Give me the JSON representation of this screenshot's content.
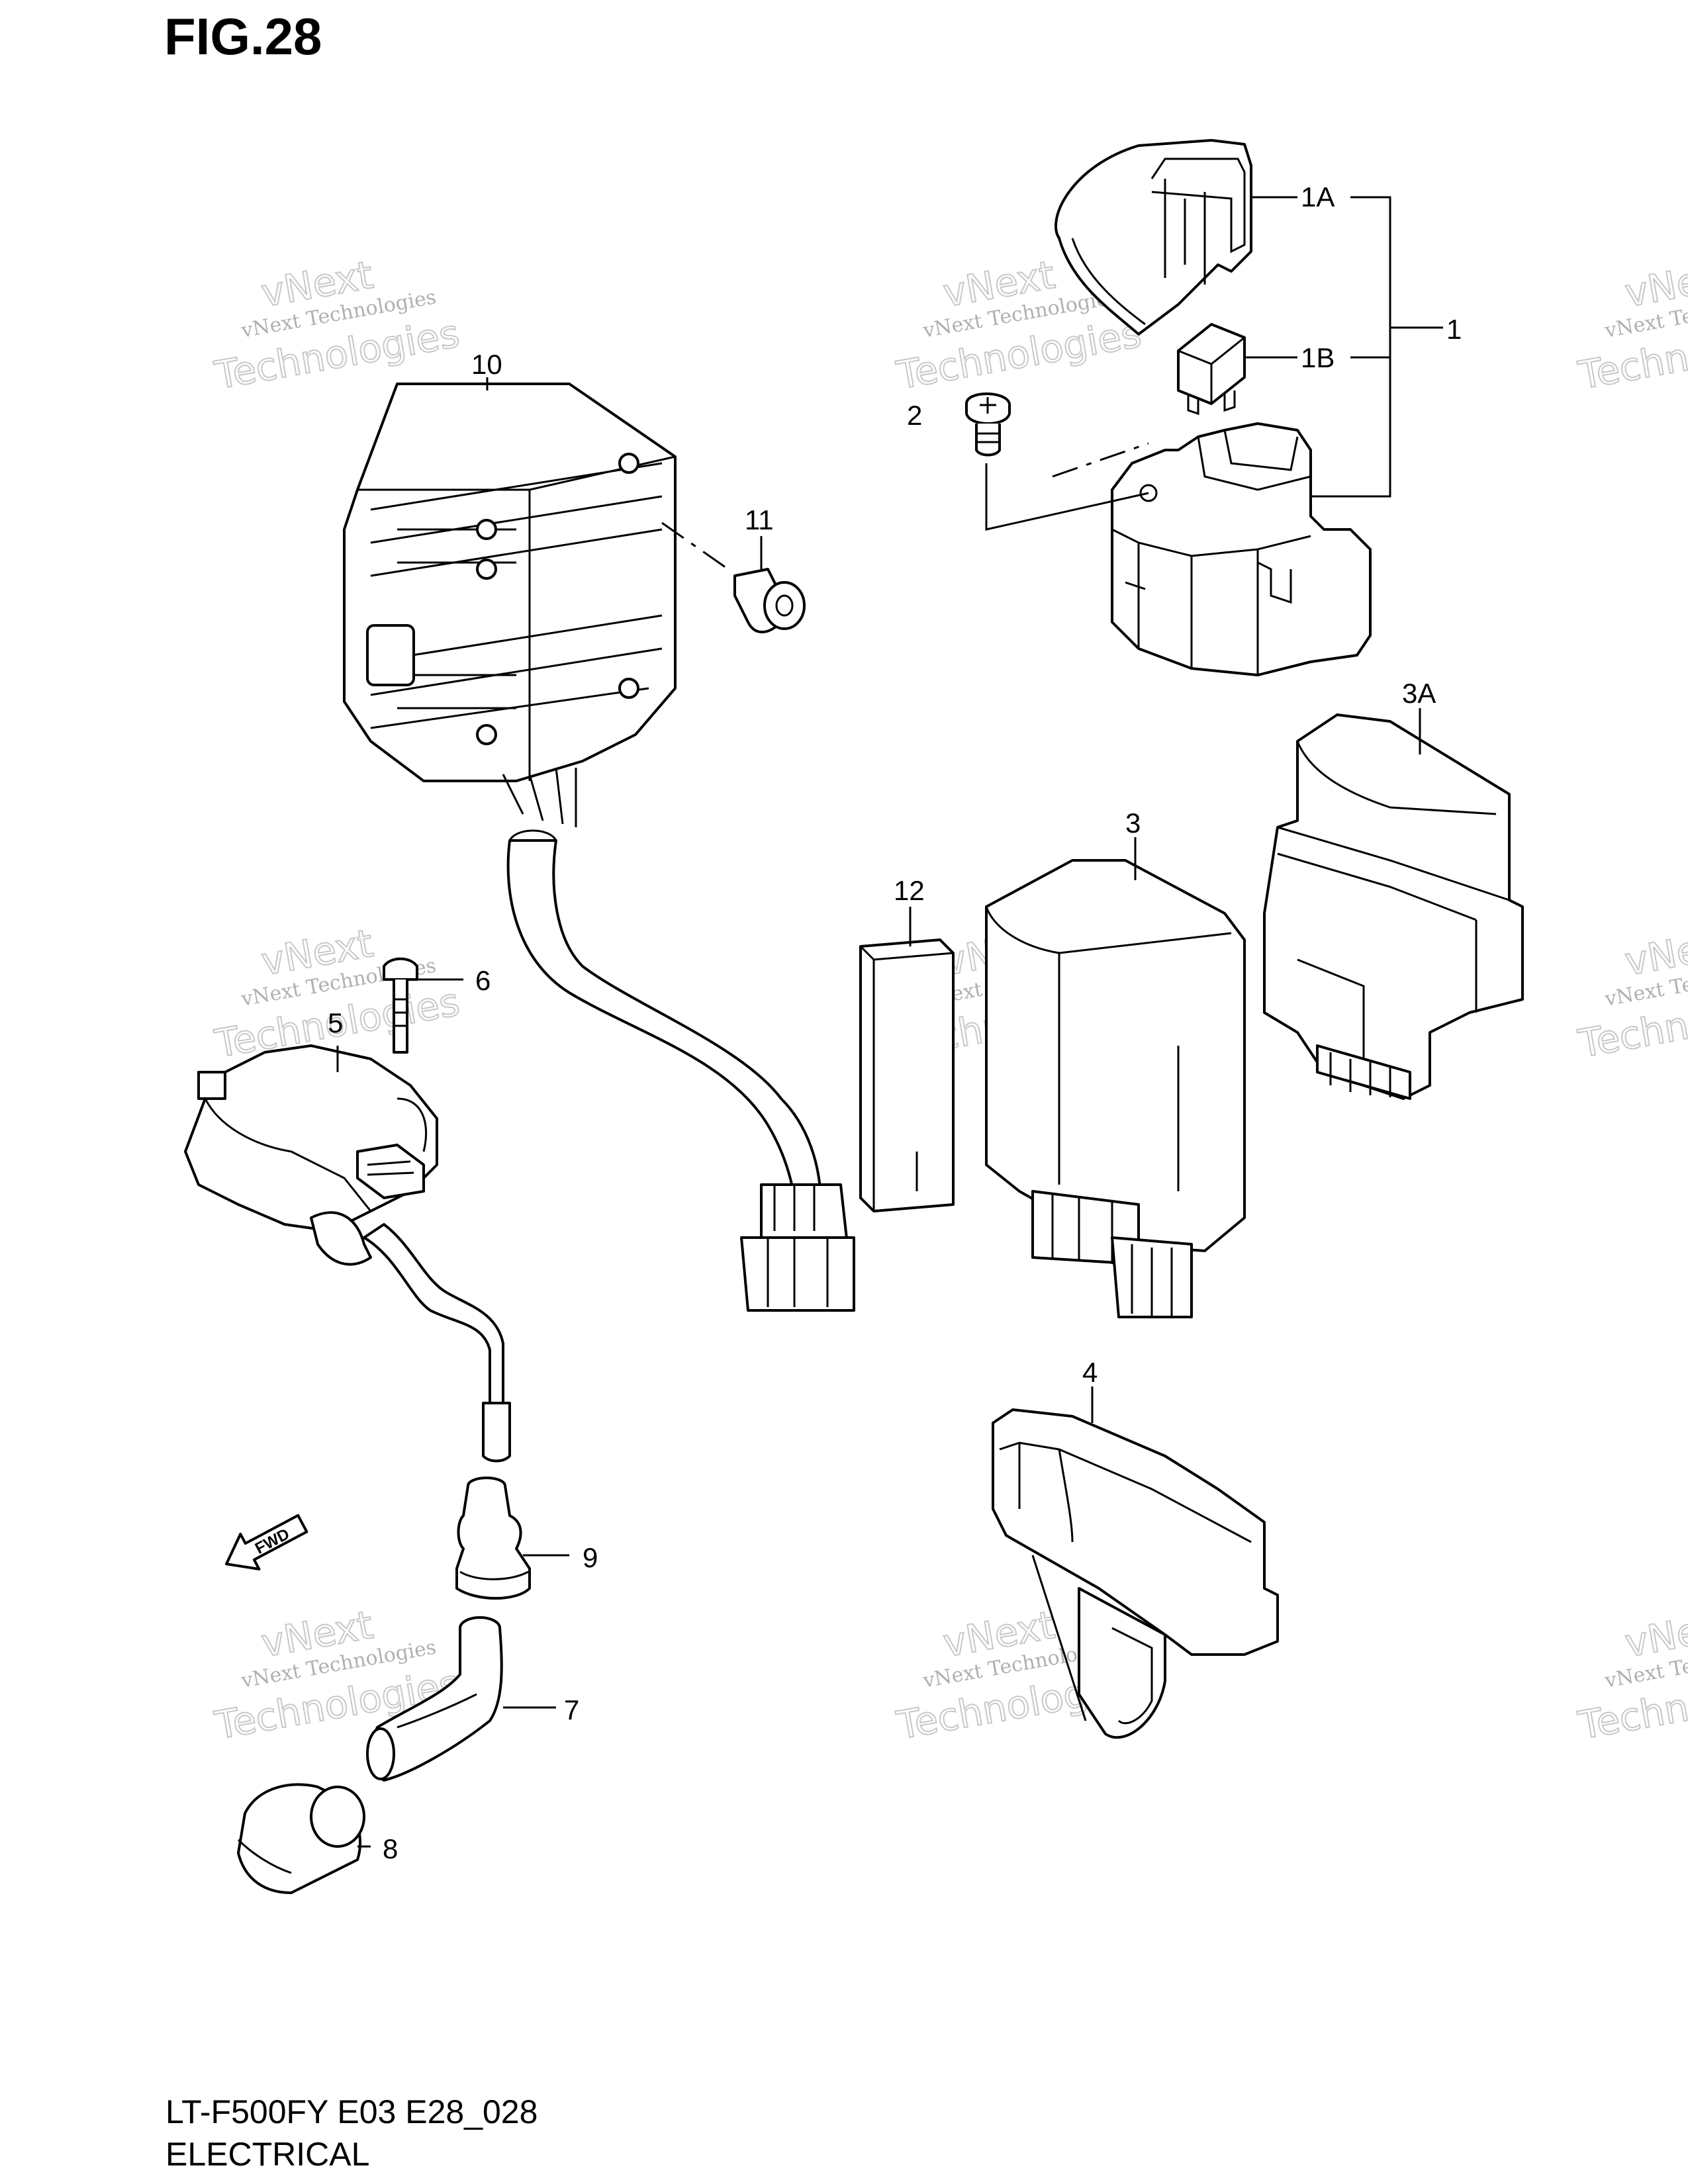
{
  "figure": {
    "title": "FIG.28"
  },
  "caption": {
    "model_line": "LT-F500FY E03 E28_028",
    "section": "ELECTRICAL"
  },
  "watermark": {
    "line1": "vNext Technologies",
    "line2": "vNext",
    "line3": "Technologies"
  },
  "callouts": {
    "c1": "1",
    "c1a": "1A",
    "c1b": "1B",
    "c2": "2",
    "c3": "3",
    "c3a": "3A",
    "c4": "4",
    "c5": "5",
    "c6": "6",
    "c7": "7",
    "c8": "8",
    "c9": "9",
    "c10": "10",
    "c11": "11",
    "c12": "12"
  },
  "icons": {
    "fwd_arrow": "FWD"
  }
}
